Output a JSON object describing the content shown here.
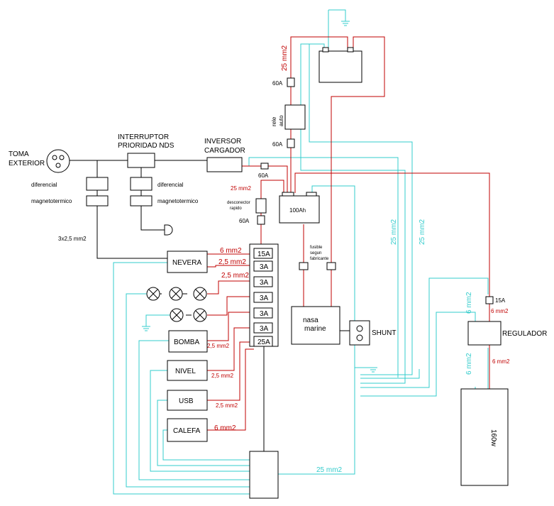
{
  "labels": {
    "toma_exterior_1": "TOMA",
    "toma_exterior_2": "EXTERIOR",
    "interruptor_1": "INTERRUPTOR",
    "interruptor_2": "PRIORIDAD NDS",
    "inversor_1": "INVERSOR",
    "inversor_2": "CARGADOR",
    "diferencial_a": "diferencial",
    "diferencial_b": "diferencial",
    "magnetotermico_a": "magnetotermico",
    "magnetotermico_b": "magnetotermico",
    "cable_3x25": "3x2,5 mm2",
    "fuse_60a_top": "60A",
    "fuse_60a_mid": "60A",
    "fuse_60a_inv": "60A",
    "fuse_60a_disc": "60A",
    "rele_1": "rele",
    "rele_2": "auto",
    "cable_25_top": "25 mm2",
    "cable_25_mid": "25 mm2",
    "battery_100": "100Ah",
    "desconector_1": "desconector",
    "desconector_2": "rapido",
    "fusible_1": "fusible",
    "fusible_2": "segun",
    "fusible_3": "fabricante",
    "cable_25_cyan_a": "25 mm2",
    "cable_25_cyan_b": "25 mm2",
    "cable_25_cyan_bottom": "25 mm2",
    "nevera": "NEVERA",
    "bomba": "BOMBA",
    "nivel": "NIVEL",
    "usb": "USB",
    "calefa": "CALEFA",
    "fuse_15a": "15A",
    "fuse_3a_1": "3A",
    "fuse_3a_2": "3A",
    "fuse_3a_3": "3A",
    "fuse_3a_4": "3A",
    "fuse_3a_5": "3A",
    "fuse_25a": "25A",
    "cable_6_nevera": "6 mm2",
    "cable_25_a": "2,5 mm2",
    "cable_25_b": "2,5 mm2",
    "cable_25_bomba": "2,5 mm2",
    "cable_25_nivel": "2,5 mm2",
    "cable_25_usb": "2,5 mm2",
    "cable_6_calefa": "6 mm2",
    "nasa_1": "nasa",
    "nasa_2": "marine",
    "shunt": "SHUNT",
    "regulador": "REGULADOR",
    "fuse_15a_reg": "15A",
    "cable_6_reg_red_top": "6 mm2",
    "cable_6_reg_cyan_top": "6 mm2",
    "cable_6_reg_cyan_bot": "6 mm2",
    "cable_6_reg_red_bot": "6 mm2",
    "panel": "160w"
  },
  "colors": {
    "positive": "#c00000",
    "negative": "#33cccc",
    "ac": "#000000"
  }
}
